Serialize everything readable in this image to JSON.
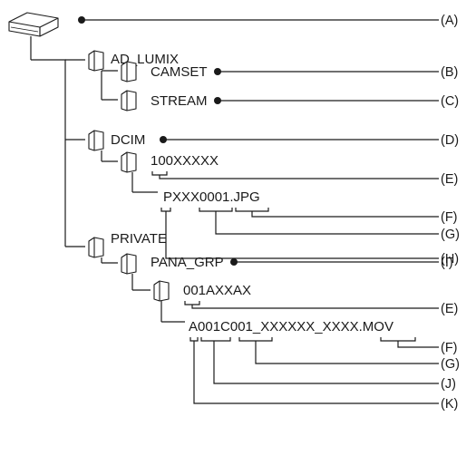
{
  "device": {
    "icon": "card-drive-icon",
    "ref": "(A)"
  },
  "folders": [
    {
      "id": "ad-lumix",
      "label": "AD_LUMIX",
      "icon": "folder-icon"
    },
    {
      "id": "camset",
      "label": "CAMSET",
      "icon": "folder-icon",
      "ref": "(B)"
    },
    {
      "id": "stream",
      "label": "STREAM",
      "icon": "folder-icon",
      "ref": "(C)"
    },
    {
      "id": "dcim",
      "label": "DCIM",
      "icon": "folder-icon",
      "ref": "(D)"
    },
    {
      "id": "dcim-100",
      "label": "100XXXXX",
      "icon": "folder-icon",
      "ref": "(E)"
    },
    {
      "id": "private",
      "label": "PRIVATE",
      "icon": "folder-icon"
    },
    {
      "id": "pana-grp",
      "label": "PANA_GRP",
      "icon": "folder-icon",
      "ref": "(I)"
    },
    {
      "id": "grp-001",
      "label": "001AXXAX",
      "icon": "folder-icon",
      "ref": "(E)"
    }
  ],
  "files": {
    "jpg": {
      "label": "PXXX0001.JPG",
      "refs": [
        "(F)",
        "(G)",
        "(H)"
      ]
    },
    "mov": {
      "label": "A001C001_XXXXXX_XXXX.MOV",
      "refs": [
        "(F)",
        "(G)",
        "(J)",
        "(K)"
      ]
    }
  }
}
